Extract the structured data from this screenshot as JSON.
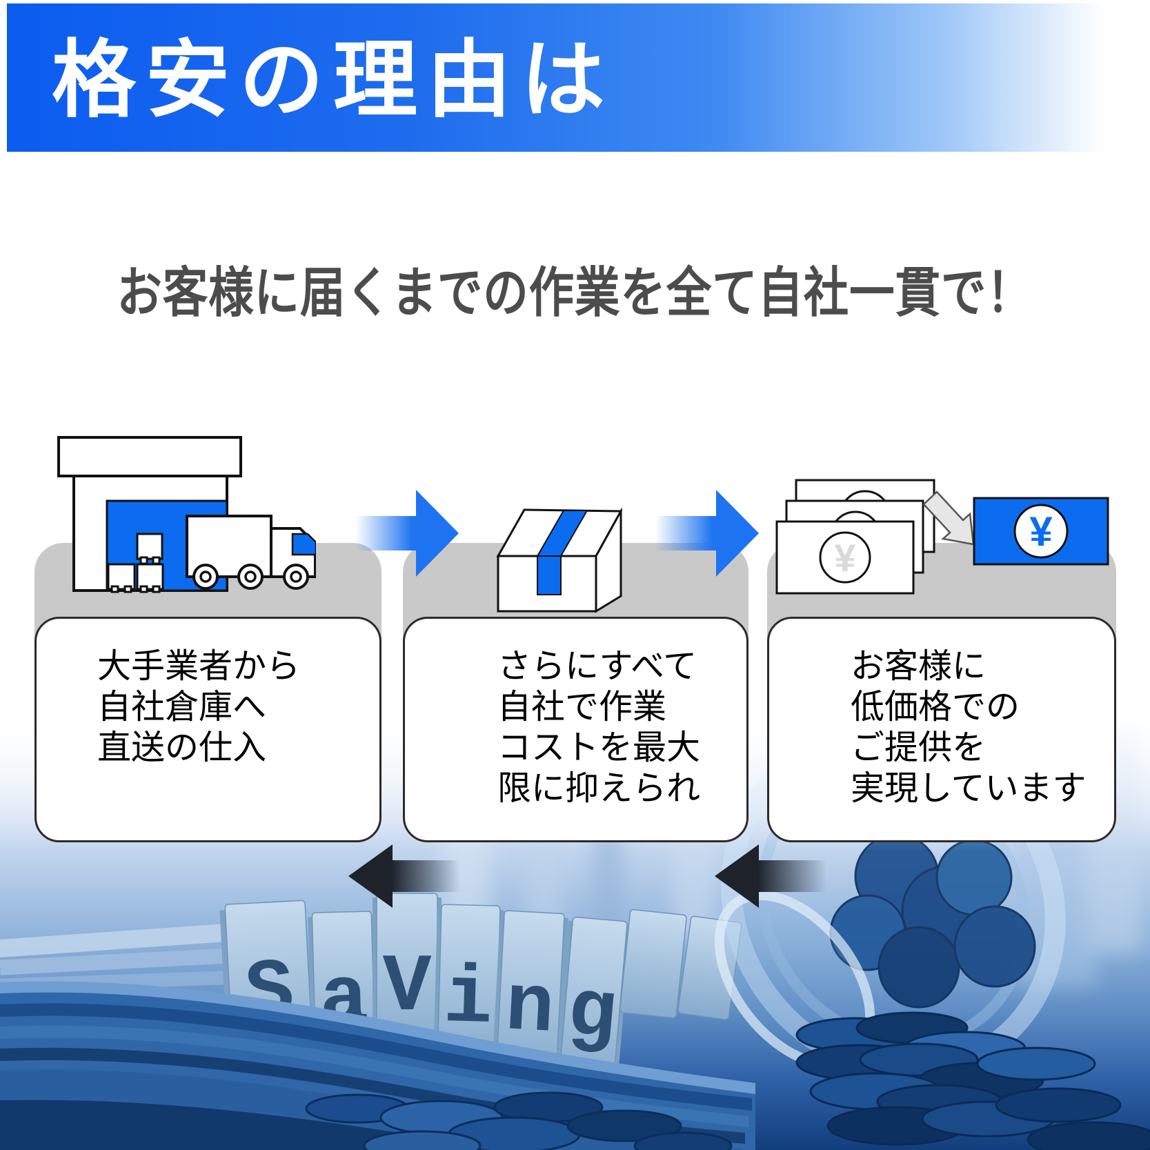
{
  "header": {
    "title": "格安の理由は",
    "bg_gradient_left": "#0c5cf0",
    "bg_gradient_right": "#ffffff",
    "text_color": "#ffffff"
  },
  "subtitle": "お客様に届くまでの作業を全て自社一貫で！",
  "accent_blue": "#0b6cf0",
  "card_gray": "#c9c9c9",
  "yen": "¥",
  "cards": [
    {
      "icon": "warehouse-truck-icon",
      "lines": [
        "大手業者から",
        "自社倉庫へ",
        "直送の仕入"
      ]
    },
    {
      "icon": "packed-box-icon",
      "lines": [
        "さらにすべて",
        "自社で作業",
        "コストを最大",
        "限に抑えられ"
      ]
    },
    {
      "icon": "yen-cash-discount-icon",
      "lines": [
        "お客様に",
        "低価格での",
        "ご提供を",
        "実現しています"
      ]
    }
  ],
  "flow": {
    "forward_arrow_color": "#1e74f0",
    "return_arrow_color": "#1d222b"
  },
  "photo": {
    "word": "Saving",
    "blocks": [
      "S",
      "a",
      "V",
      "i",
      "n",
      "g"
    ],
    "scene": "blue-tinted money photo: dollar bill stack, wooden letter blocks, tipped jar spilling coins"
  }
}
